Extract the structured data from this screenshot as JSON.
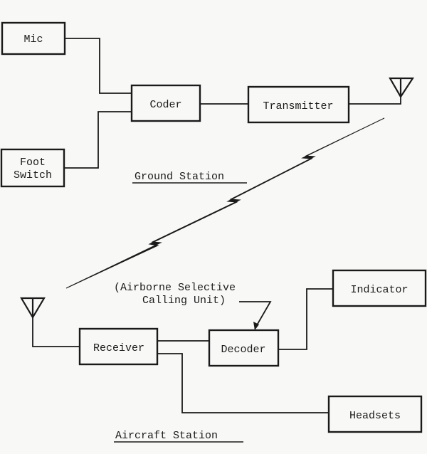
{
  "diagram": {
    "ground_station": {
      "caption": "Ground Station",
      "blocks": {
        "mic": "Mic",
        "foot_switch_line1": "Foot",
        "foot_switch_line2": "Switch",
        "coder": "Coder",
        "transmitter": "Transmitter"
      }
    },
    "aircraft_station": {
      "caption": "Aircraft Station",
      "annotation_line1": "(Airborne Selective",
      "annotation_line2": "Calling Unit)",
      "blocks": {
        "receiver": "Receiver",
        "decoder": "Decoder",
        "indicator": "Indicator",
        "headsets": "Headsets"
      }
    },
    "connections": [
      [
        "Mic",
        "Coder"
      ],
      [
        "Foot Switch",
        "Coder"
      ],
      [
        "Coder",
        "Transmitter"
      ],
      [
        "Transmitter",
        "Ground Antenna"
      ],
      [
        "Ground Antenna",
        "Aircraft Antenna"
      ],
      [
        "Aircraft Antenna",
        "Receiver"
      ],
      [
        "Receiver",
        "Decoder"
      ],
      [
        "Receiver",
        "Headsets"
      ],
      [
        "Decoder",
        "Indicator"
      ]
    ]
  }
}
